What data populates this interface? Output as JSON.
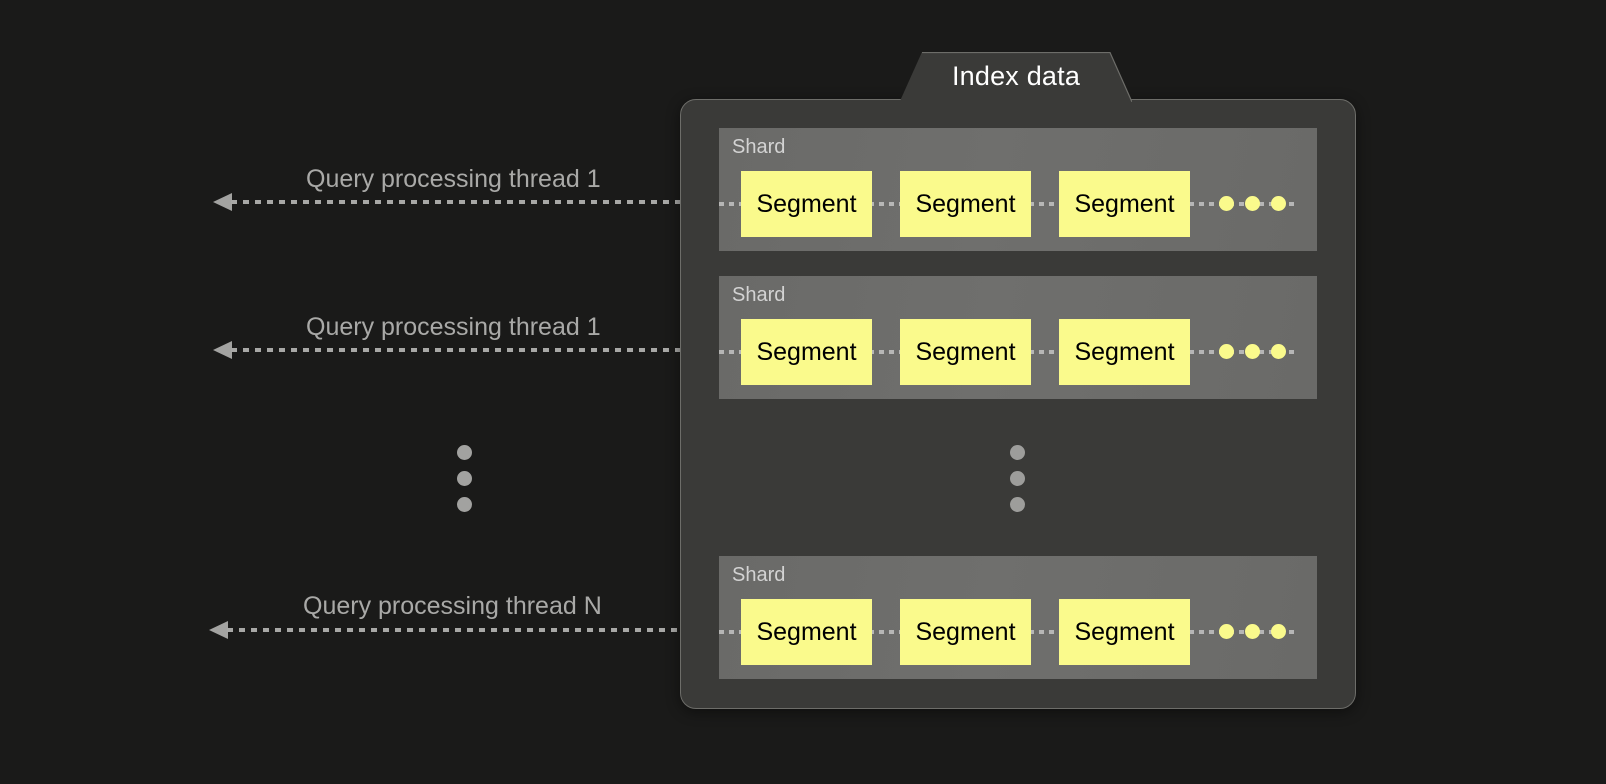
{
  "diagram": {
    "title": "Index data",
    "background_color": "#1a1a19",
    "panel": {
      "label": "Index data",
      "fill": "#3a3a38",
      "border": "#6d6d69"
    },
    "shard_label": "Shard",
    "segment_label": "Segment",
    "segment_color": "#fafa8c",
    "thread_line_color": "#a8a8a6",
    "shards": [
      {
        "label": "Shard",
        "segments": [
          "Segment",
          "Segment",
          "Segment"
        ],
        "more_indicator": "three-yellow-dots",
        "thread": {
          "label": "Query processing thread 1",
          "direction": "left"
        }
      },
      {
        "label": "Shard",
        "segments": [
          "Segment",
          "Segment",
          "Segment"
        ],
        "more_indicator": "three-yellow-dots",
        "thread": {
          "label": "Query processing thread 1",
          "direction": "left"
        }
      },
      {
        "label": "Shard",
        "segments": [
          "Segment",
          "Segment",
          "Segment"
        ],
        "more_indicator": "three-yellow-dots",
        "thread": {
          "label": "Query processing thread N",
          "direction": "left"
        }
      }
    ],
    "ellipsis": {
      "left": "vertical-ellipsis",
      "panel": "vertical-ellipsis"
    }
  }
}
